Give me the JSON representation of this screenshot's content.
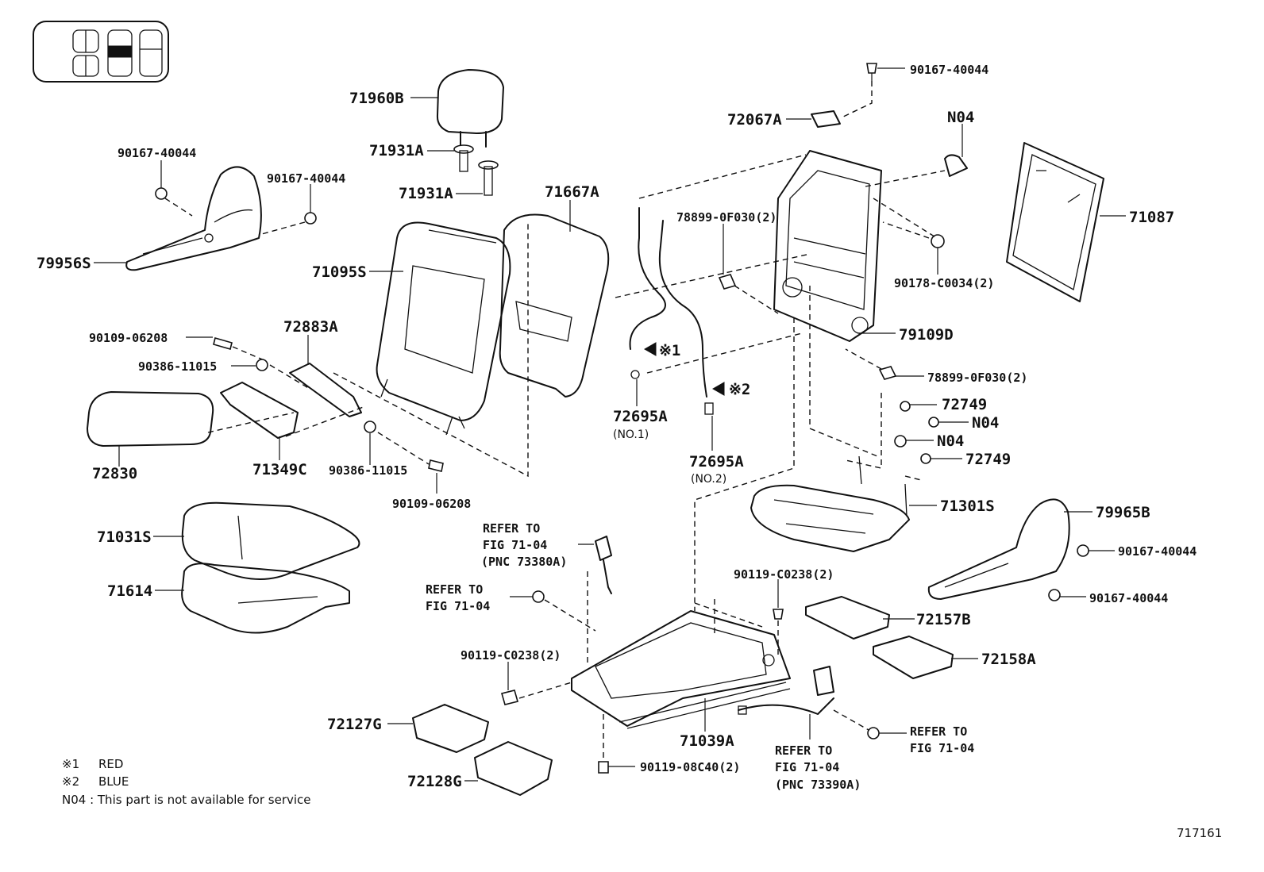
{
  "seat_locator": {
    "selected_label": "highlighted seat position"
  },
  "parts": {
    "p71960B": "71960B",
    "p71931A_1": "71931A",
    "p71931A_2": "71931A",
    "p71667A": "71667A",
    "p71095S": "71095S",
    "p79956S": "79956S",
    "p90167_a": "90167-40044",
    "p90167_b": "90167-40044",
    "p90167_c": "90167-40044",
    "p90167_d": "90167-40044",
    "p90167_e": "90167-40044",
    "p90109_a": "90109-06208",
    "p90109_b": "90109-06208",
    "p90386_a": "90386-11015",
    "p90386_b": "90386-11015",
    "p72883A": "72883A",
    "p72830": "72830",
    "p71349C": "71349C",
    "p71031S": "71031S",
    "p71614": "71614",
    "p72067A": "72067A",
    "pN04_a": "N04",
    "pN04_b": "N04",
    "pN04_c": "N04",
    "p78899_a": "78899-0F030(2)",
    "p78899_b": "78899-0F030(2)",
    "p90178": "90178-C0034(2)",
    "p71087": "71087",
    "p79109D": "79109D",
    "p72749_a": "72749",
    "p72749_b": "72749",
    "p72695A_1": "72695A",
    "p72695A_1_sub": "(NO.1)",
    "p72695A_2": "72695A",
    "p72695A_2_sub": "(NO.2)",
    "mark1": "※1",
    "mark2": "※2",
    "p71301S": "71301S",
    "p79965B": "79965B",
    "p90119C_a": "90119-C0238(2)",
    "p90119C_b": "90119-C0238(2)",
    "p72157B": "72157B",
    "p72158A": "72158A",
    "p71039A": "71039A",
    "p72127G": "72127G",
    "p72128G": "72128G",
    "p90119_08": "90119-08C40(2)"
  },
  "refs": {
    "r1_line1": "REFER TO",
    "r1_line2": "FIG 71-04",
    "r1_line3": "(PNC 73380A)",
    "r2_line1": "REFER TO",
    "r2_line2": "FIG 71-04",
    "r3_line1": "REFER TO",
    "r3_line2": "FIG 71-04",
    "r3_line3": "(PNC 73390A)",
    "r4_line1": "REFER TO",
    "r4_line2": "FIG 71-04"
  },
  "legend": {
    "l1_mark": "※1",
    "l1_text": "RED",
    "l2_mark": "※2",
    "l2_text": "BLUE",
    "l3_text": "N04 : This part is not available for service"
  },
  "figure_id": "717161"
}
